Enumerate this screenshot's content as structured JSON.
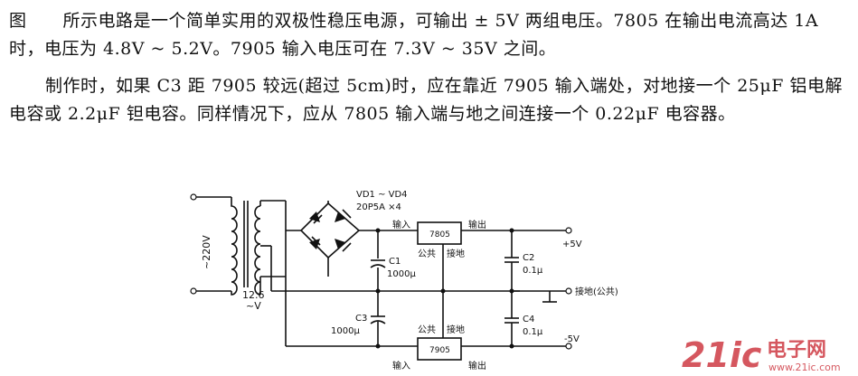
{
  "paragraph1": {
    "fig_label": "图",
    "line": "所示电路是一个简单实用的双极性稳压电源，可输出 ± 5V 两组电压。7805 在输出电流高达 1A 时，电压为 4.8V ~ 5.2V。7905 输入电压可在 7.3V ~ 35V 之间。"
  },
  "paragraph2": {
    "text": "制作时，如果 C3 距 7905 较远(超过 5cm)时，应在靠近 7905 输入端处，对地接一个 25μF 铝电解电容或 2.2μF 钽电容。同样情况下，应从 7805 输入端与地之间连接一个 0.22μF 电容器。"
  },
  "schematic": {
    "mains_label": "~220V",
    "transformer_secondary_label": "12.6",
    "transformer_secondary_label2": "~V",
    "bridge_label_1": "VD1 ~ VD4",
    "bridge_label_2": "20P5A ×4",
    "reg_top": {
      "name": "7805",
      "in_label": "输入",
      "out_label": "输出",
      "common_label": "公共",
      "gnd_label": "接地"
    },
    "reg_bottom": {
      "name": "7905",
      "in_label": "输入",
      "out_label": "输出",
      "common_label": "公共",
      "gnd_label": "接地"
    },
    "c1": {
      "name": "C1",
      "value": "1000μ"
    },
    "c2": {
      "name": "C2",
      "value": "0.1μ"
    },
    "c3": {
      "name": "C3",
      "value": "1000μ"
    },
    "c4": {
      "name": "C4",
      "value": "0.1μ"
    },
    "out_pos": "+5V",
    "out_neg": "-5V",
    "ground_label": "接地(公共)"
  },
  "watermark": {
    "brand": "21ic",
    "chinese": "电子网",
    "url": "www.21ic.com"
  },
  "colors": {
    "ink": "#111111",
    "watermark": "#c8202a"
  }
}
